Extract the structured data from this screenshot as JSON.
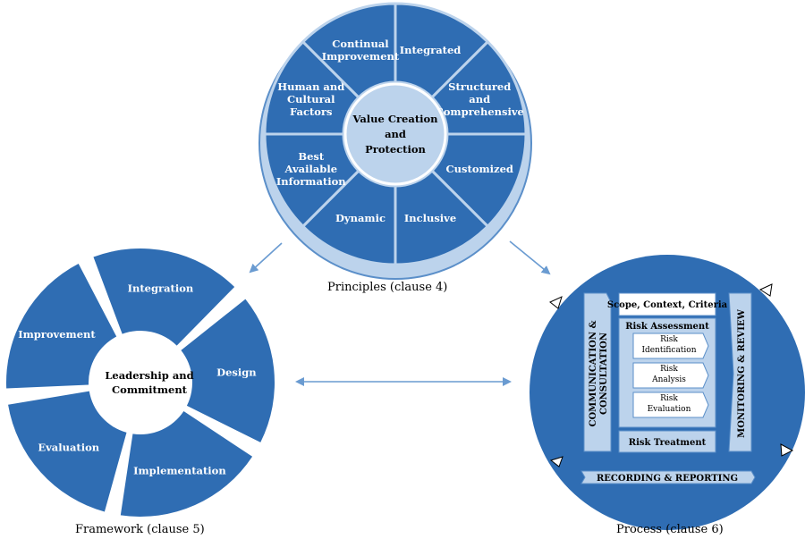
{
  "principles": {
    "center": [
      "Value Creation",
      "and",
      "Protection"
    ],
    "segments": [
      {
        "label": [
          "Integrated"
        ]
      },
      {
        "label": [
          "Structured",
          "and",
          "Comprehensive"
        ]
      },
      {
        "label": [
          "Customized"
        ]
      },
      {
        "label": [
          "Inclusive"
        ]
      },
      {
        "label": [
          "Dynamic"
        ]
      },
      {
        "label": [
          "Best",
          "Available",
          "Information"
        ]
      },
      {
        "label": [
          "Human and",
          "Cultural",
          "Factors"
        ]
      },
      {
        "label": [
          "Continual",
          "Improvement"
        ]
      }
    ],
    "caption": "Principles (clause 4)"
  },
  "framework": {
    "center": [
      "Leadership and",
      "Commitment"
    ],
    "segments": [
      {
        "label": [
          "Integration"
        ]
      },
      {
        "label": [
          "Design"
        ]
      },
      {
        "label": [
          "Implementation"
        ]
      },
      {
        "label": [
          "Evaluation"
        ]
      },
      {
        "label": [
          "Improvement"
        ]
      }
    ],
    "caption": "Framework (clause 5)"
  },
  "process": {
    "left_bar": "COMMUNICATION & CONSULTATION",
    "right_bar": "MONITORING & REVIEW",
    "scope": "Scope, Context, Criteria",
    "assessment_title": "Risk Assessment",
    "assessment_steps": [
      [
        "Risk",
        "Identification"
      ],
      [
        "Risk",
        "Analysis"
      ],
      [
        "Risk",
        "Evaluation"
      ]
    ],
    "treatment": "Risk Treatment",
    "recording": "RECORDING & REPORTING",
    "caption": "Process (clause 6)"
  },
  "colors": {
    "segment_blue": "#2f6db3",
    "light_blue": "#bcd3ec",
    "ring_border": "#5b8fc9",
    "arrow": "#6a9bd1"
  }
}
